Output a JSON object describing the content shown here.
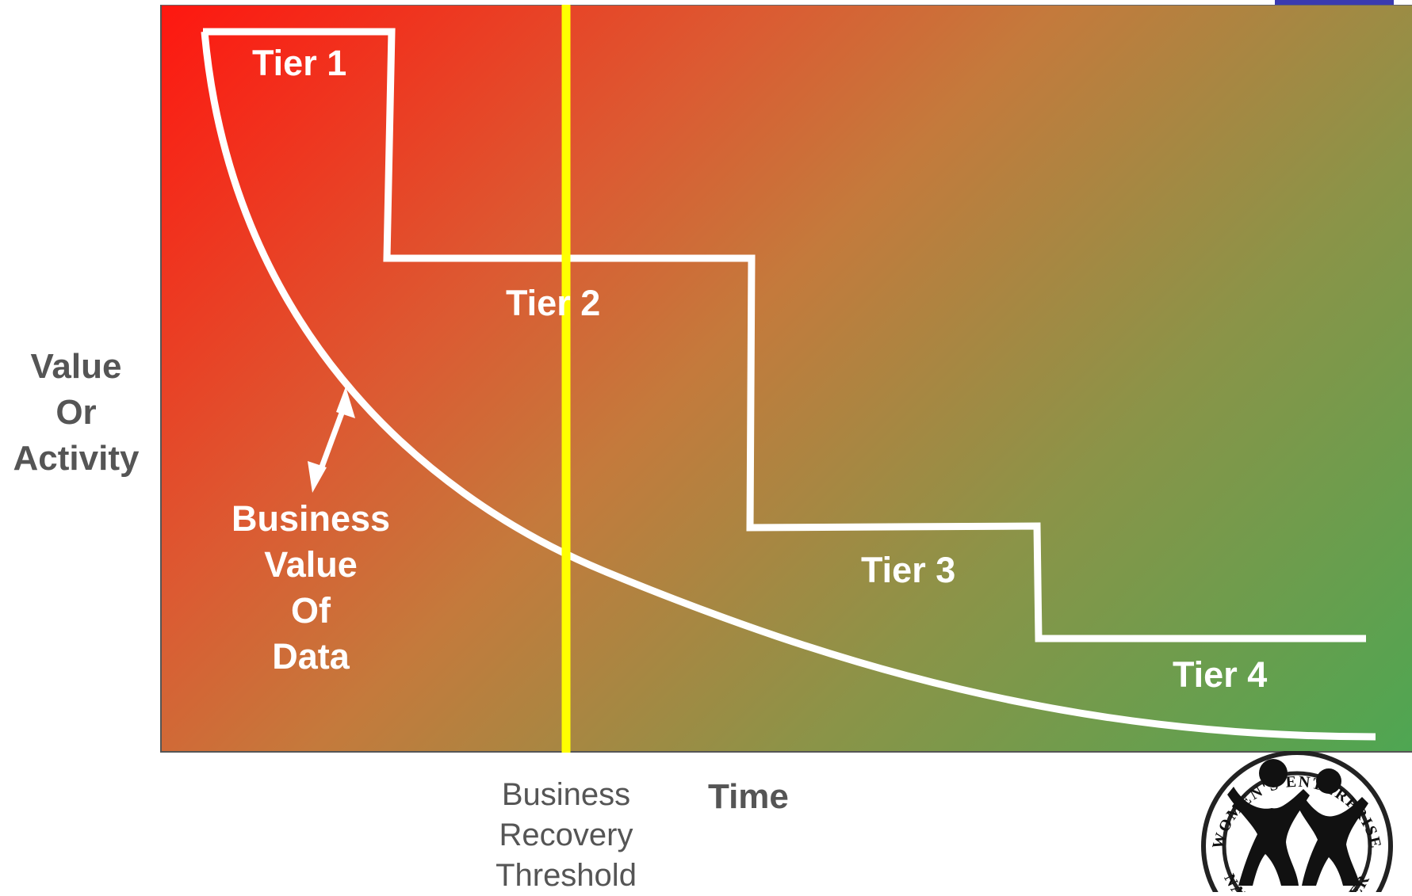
{
  "axes": {
    "y_label": [
      "Value",
      "Or",
      "Activity"
    ],
    "x_label": "Time"
  },
  "tiers": [
    "Tier 1",
    "Tier 2",
    "Tier 3",
    "Tier 4"
  ],
  "curve_label": [
    "Business",
    "Value",
    "Of",
    "Data"
  ],
  "threshold_label": [
    "Business",
    "Recovery",
    "Threshold"
  ],
  "colors": {
    "gradient_start": "#fe1710",
    "gradient_end": "#4ea652",
    "lines": "#ffffff",
    "threshold_line": "#ffff00",
    "axis_text": "#555555"
  },
  "logo": {
    "top_text": "WOMEN'S ENTERPRISE",
    "bottom_text": "NATIONAL MEMBER",
    "icon": "two-figures-celebrating-icon"
  }
}
